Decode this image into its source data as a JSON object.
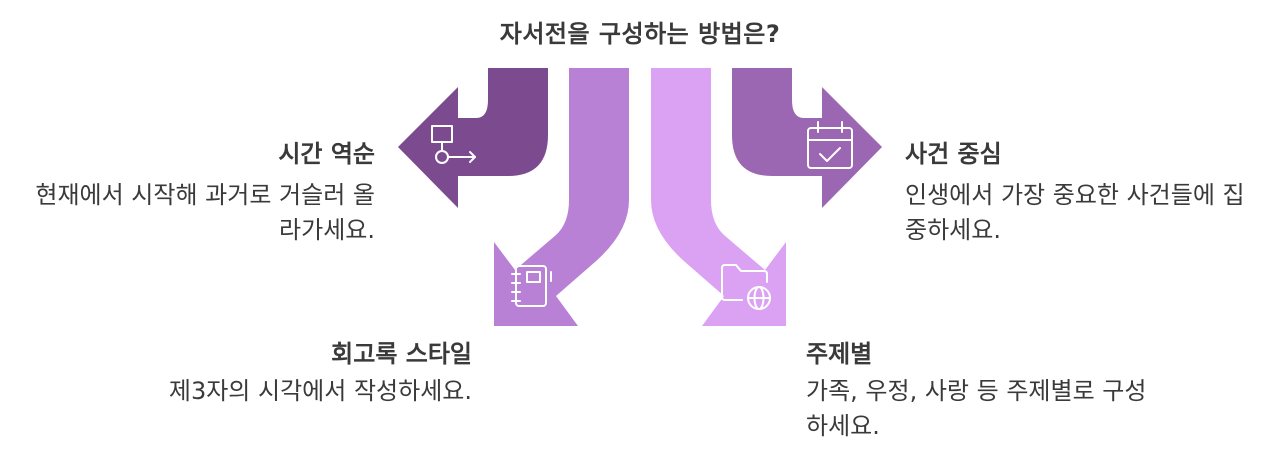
{
  "title": "자서전을 구성하는 방법은?",
  "options": [
    {
      "label": "시간 역순",
      "description": "현재에서 시작해 과거로 거슬러 올라가세요.",
      "icon": "flowchart-icon",
      "color": "#7b4a8f"
    },
    {
      "label": "회고록 스타일",
      "description": "제3자의 시각에서 작성하세요.",
      "icon": "notebook-icon",
      "color": "#b981d6"
    },
    {
      "label": "주제별",
      "description": "가족, 우정, 사랑 등 주제별로 구성하세요.",
      "icon": "folder-globe-icon",
      "color": "#dba2f4"
    },
    {
      "label": "사건 중심",
      "description": "인생에서 가장 중요한 사건들에 집중하세요.",
      "icon": "calendar-check-icon",
      "color": "#9b66b2"
    }
  ]
}
